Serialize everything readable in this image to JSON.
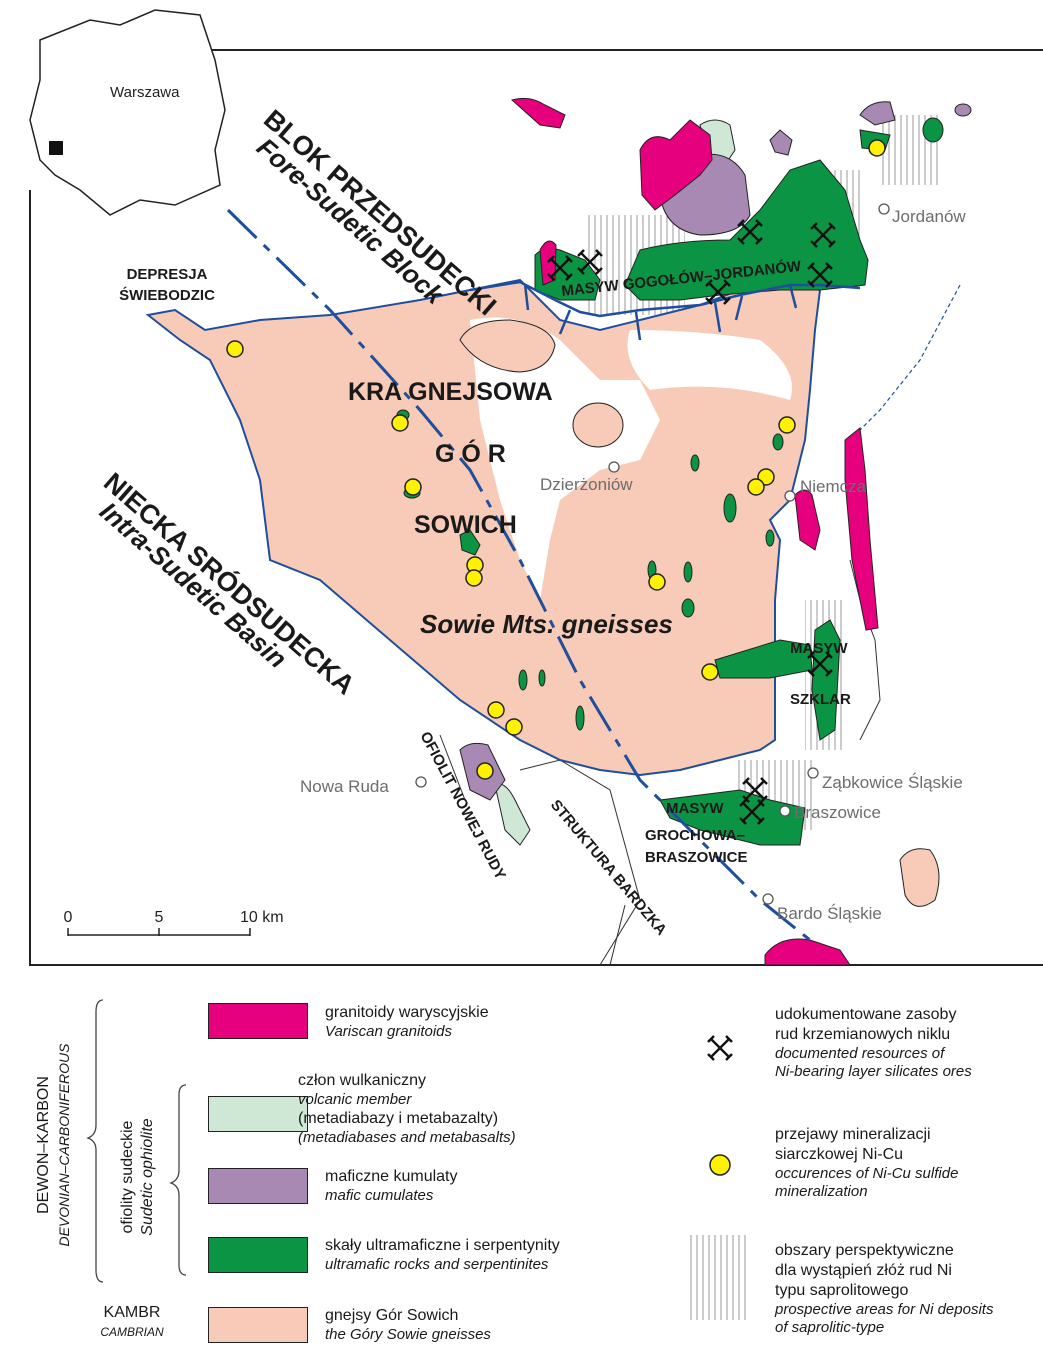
{
  "colors": {
    "granitoids": "#e6007e",
    "volcanic": "#cfe8d6",
    "mafic": "#a889b4",
    "ultramafic": "#0b9444",
    "gneiss": "#f7cbb8",
    "boundary": "#1f4e9c",
    "occurrence": "#fff200"
  },
  "map_labels": {
    "blok_pl": "BLOK PRZEDSUDECKI",
    "blok_en": "Fore-Sudetic Block",
    "niecka_pl": "NIECKA SRÓDSUDECKA",
    "niecka_en": "Intra-Sudetic Basin",
    "depresja_1": "DEPRESJA",
    "depresja_2": "ŚWIEBODZIC",
    "kra_1": "KRA GNEJSOWA",
    "kra_2": "G Ó R",
    "kra_3": "SOWICH",
    "sowie_en": "Sowie Mts. gneisses",
    "gogolow": "MASYW GOGOŁÓW–JORDANÓW",
    "szklar_1": "MASYW",
    "szklar_2": "SZKLAR",
    "grochowa_1": "MASYW",
    "grochowa_2": "GROCHOWA–",
    "grochowa_3": "BRASZOWICE",
    "ofiolit": "OFIOLIT NOWEJ RUDY",
    "struktura": "STRUKTURA BARDZKA"
  },
  "towns": {
    "warszawa": "Warszawa",
    "jordanow": "Jordanów",
    "dzierzoniow": "Dzierżoniów",
    "niemcza": "Niemcza",
    "nowa_ruda": "Nowa Ruda",
    "zabkowice": "Ząbkowice Śląskie",
    "braszowice": "Braszowice",
    "bardo": "Bardo Śląskie"
  },
  "scale": {
    "t0": "0",
    "t5": "5",
    "t10": "10 km"
  },
  "legend": {
    "group_devon_pl": "DEWON–KARBON",
    "group_devon_en": "DEVONIAN–CARBONIFEROUS",
    "group_ofiolity_pl": "ofiolity sudeckie",
    "group_ofiolity_en": "Sudetic ophiolite",
    "kambr_pl": "KAMBR",
    "kambr_en": "CAMBRIAN",
    "granit_pl": "granitoidy waryscyjskie",
    "granit_en": "Variscan granitoids",
    "wulk_pl1": "człon wulkaniczny",
    "wulk_en1": "volcanic member",
    "wulk_pl2": "(metadiabazy i metabazalty)",
    "wulk_en2": "(metadiabases and metabasalts)",
    "mafic_pl": "maficzne kumulaty",
    "mafic_en": "mafic cumulates",
    "ultra_pl": "skały ultramaficzne i serpentynity",
    "ultra_en": "ultramafic rocks and serpentinites",
    "gneiss_pl": "gnejsy Gór Sowich",
    "gneiss_en": "the Góry Sowie gneisses",
    "res_pl1": "udokumentowane zasoby",
    "res_pl2": "rud krzemianowych niklu",
    "res_en1": "documented resources of",
    "res_en2": "Ni-bearing layer silicates ores",
    "occ_pl1": "przejawy mineralizacji",
    "occ_pl2": "siarczkowej Ni-Cu",
    "occ_en1": "occurences of Ni-Cu sulfide",
    "occ_en2": "mineralization",
    "prosp_pl1": "obszary perspektywiczne",
    "prosp_pl2": "dla wystąpień złóż rud Ni",
    "prosp_pl3": "typu saprolitowego",
    "prosp_en1": "prospective areas for Ni deposits",
    "prosp_en2": "of saprolitic-type"
  }
}
